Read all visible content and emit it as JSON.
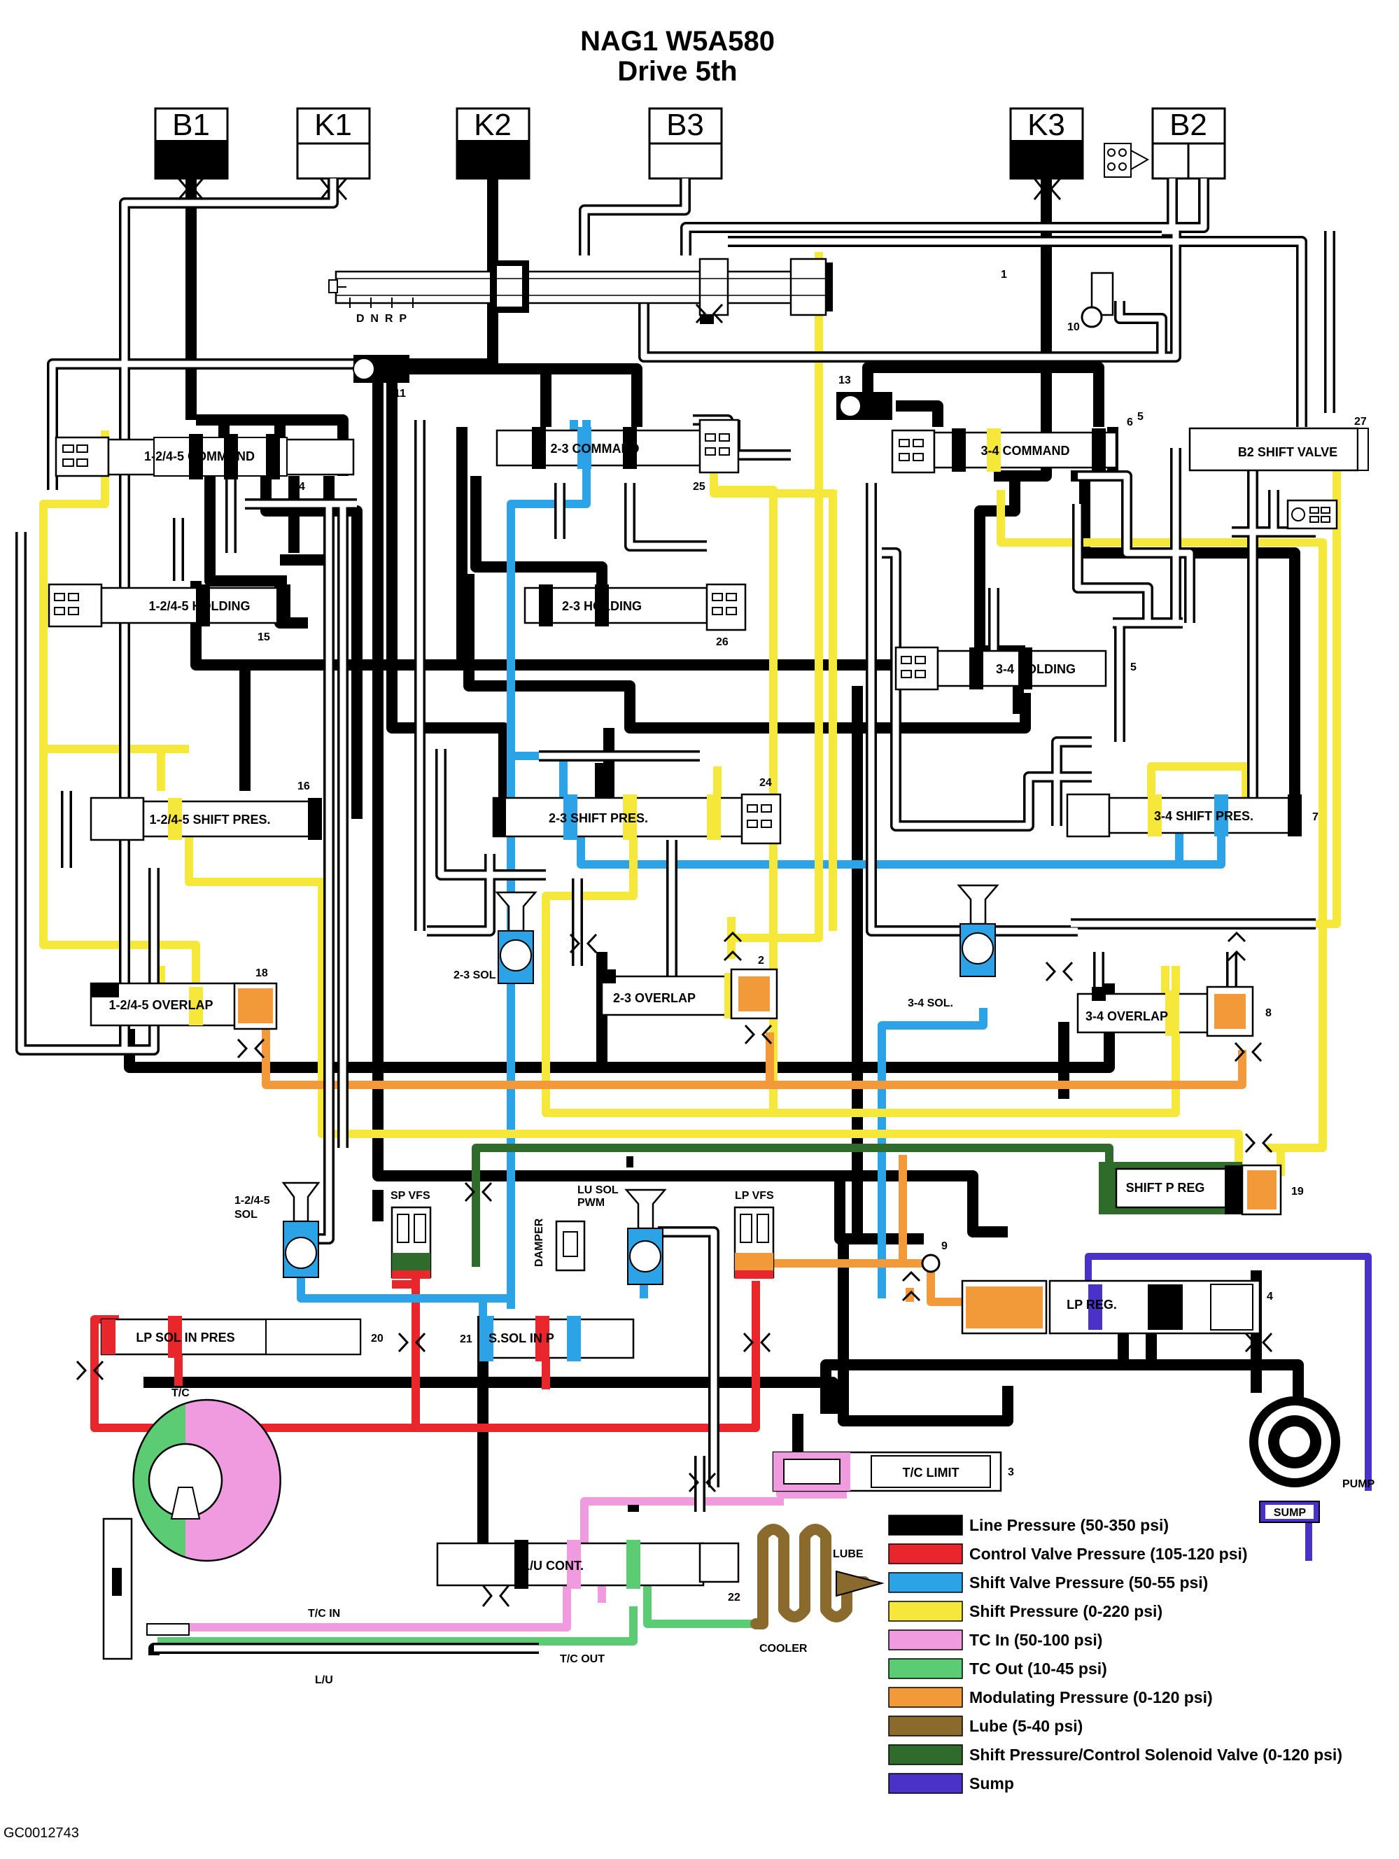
{
  "title": {
    "line1": "NAG1 W5A580",
    "line2": "Drive 5th"
  },
  "clutches": [
    "B1",
    "K1",
    "K2",
    "B3",
    "K3",
    "B2"
  ],
  "selector_positions": "D  N  R  P",
  "valves": {
    "command_1245": "1-2/4-5 COMMAND",
    "command_23": "2-3 COMMAND",
    "command_34": "3-4 COMMAND",
    "b2_shift": "B2 SHIFT VALVE",
    "holding_1245": "1-2/4-5 HOLDING",
    "holding_23": "2-3 HOLDING",
    "holding_34": "3-4 HOLDING",
    "shiftpres_1245": "1-2/4-5 SHIFT PRES.",
    "shiftpres_23": "2-3 SHIFT PRES.",
    "shiftpres_34": "3-4 SHIFT PRES.",
    "overlap_1245": "1-2/4-5 OVERLAP",
    "overlap_23": "2-3 OVERLAP",
    "overlap_34": "3-4 OVERLAP",
    "shift_p_reg": "SHIFT P REG",
    "lp_reg": "LP REG.",
    "lp_sol_in_pres": "LP SOL IN PRES",
    "s_sol_in_p": "S.SOL IN P",
    "tc_limit": "T/C LIMIT",
    "lu_cont": "L/U CONT."
  },
  "numbers": {
    "n1": "1",
    "n2": "2",
    "n3": "3",
    "n4": "4",
    "n5a": "5",
    "n5b": "5",
    "n6": "6",
    "n7": "7",
    "n8": "8",
    "n9": "9",
    "n10": "10",
    "n11": "11",
    "n13": "13",
    "n14": "14",
    "n15": "15",
    "n16": "16",
    "n18": "18",
    "n19": "19",
    "n20": "20",
    "n21": "21",
    "n22": "22",
    "n24": "24",
    "n25": "25",
    "n26": "26",
    "n27": "27"
  },
  "solenoids": {
    "sol_23": "2-3 SOL",
    "sol_34": "3-4 SOL.",
    "sol_1245_a": "1-2/4-5",
    "sol_1245_b": "SOL",
    "sp_vfs": "SP VFS",
    "lu_sol_a": "LU SOL",
    "lu_sol_b": "PWM",
    "lp_vfs": "LP VFS",
    "damper": "DAMPER"
  },
  "labels": {
    "tc": "T/C",
    "tc_in": "T/C IN",
    "tc_out": "T/C OUT",
    "lu": "L/U",
    "cooler": "COOLER",
    "lube": "LUBE",
    "pump": "PUMP",
    "sump": "SUMP"
  },
  "legend": [
    {
      "label": "Line Pressure (50-350 psi)",
      "color": "#000000"
    },
    {
      "label": "Control Valve Pressure (105-120 psi)",
      "color": "#e8262b"
    },
    {
      "label": "Shift Valve Pressure (50-55 psi)",
      "color": "#2ba3e6"
    },
    {
      "label": "Shift Pressure (0-220 psi)",
      "color": "#f5e83a"
    },
    {
      "label": "TC In (50-100 psi)",
      "color": "#f09be0"
    },
    {
      "label": "TC Out (10-45 psi)",
      "color": "#5ccc74"
    },
    {
      "label": "Modulating Pressure (0-120 psi)",
      "color": "#f29a3a"
    },
    {
      "label": "Lube (5-40 psi)",
      "color": "#8b6a2e"
    },
    {
      "label": "Shift Pressure/Control Solenoid Valve (0-120 psi)",
      "color": "#2f6b2a"
    },
    {
      "label": "Sump",
      "color": "#4a32c8"
    }
  ],
  "figure_code": "GC0012743"
}
